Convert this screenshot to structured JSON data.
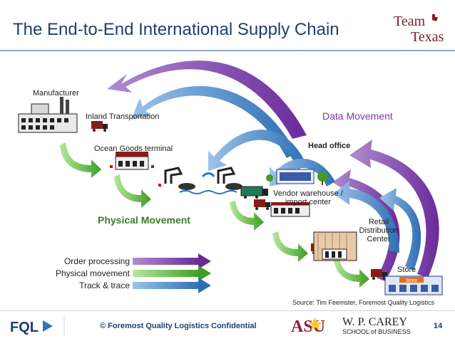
{
  "title": "The End-to-End International Supply Chain",
  "logo_team": {
    "line1": "Team",
    "line2": "Texas"
  },
  "nodes": {
    "manufacturer": "Manufacturer",
    "inland_transport": "Inland Transportation",
    "ocean_terminal": "Ocean Goods terminal",
    "head_office": "Head office",
    "vendor_warehouse_1": "Vendor warehouse /",
    "vendor_warehouse_2": "import center",
    "retail_dc_1": "Retail",
    "retail_dc_2": "Distribution",
    "retail_dc_3": "Center",
    "store": "Store",
    "store_sign": "Store"
  },
  "data_movement_label": "Data Movement",
  "physical_movement_label": "Physical Movement",
  "legend": [
    {
      "label": "Order processing",
      "color": "#7030a0"
    },
    {
      "label": "Physical movement",
      "color": "#5fcf3a"
    },
    {
      "label": "Track & trace",
      "color": "#2e75b6"
    }
  ],
  "source": "Source: Tim Feemster, Foremost Quality Logistics",
  "footer": {
    "fql_logo": "FQL",
    "confidential": "© Foremost Quality Logistics Confidential",
    "asu_logo": "ASU",
    "wpcarey_line1": "W. P. CAREY",
    "wpcarey_line2": "SCHOOL of BUSINESS",
    "page_number": "14"
  },
  "colors": {
    "title": "#1f3f6e",
    "order_processing": "#7030a0",
    "physical_movement": "#5fcf3a",
    "track_trace": "#2e75b6",
    "asu_maroon": "#8c1d40",
    "asu_gold": "#ffc627"
  }
}
